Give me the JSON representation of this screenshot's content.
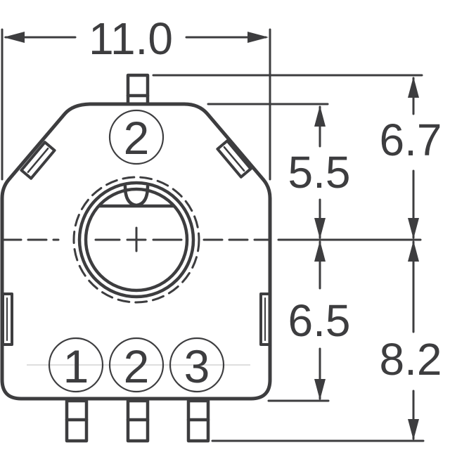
{
  "drawing": {
    "type": "mechanical-dimension-drawing",
    "units": "mm",
    "line_color": "#3d3d3f",
    "dimensions": {
      "width": {
        "label": "11.0",
        "value": 11.0,
        "orientation": "horizontal"
      },
      "shaft_center_to_body_top": {
        "label": "5.5",
        "value": 5.5,
        "orientation": "vertical"
      },
      "shaft_center_to_pin_top": {
        "label": "6.7",
        "value": 6.7,
        "orientation": "vertical"
      },
      "shaft_center_to_body_bottom": {
        "label": "6.5",
        "value": 6.5,
        "orientation": "vertical"
      },
      "shaft_center_to_pin_bottom": {
        "label": "8.2",
        "value": 8.2,
        "orientation": "vertical"
      }
    },
    "pins": {
      "top": {
        "label": "2"
      },
      "bottom": [
        {
          "label": "1"
        },
        {
          "label": "2"
        },
        {
          "label": "3"
        }
      ]
    }
  }
}
